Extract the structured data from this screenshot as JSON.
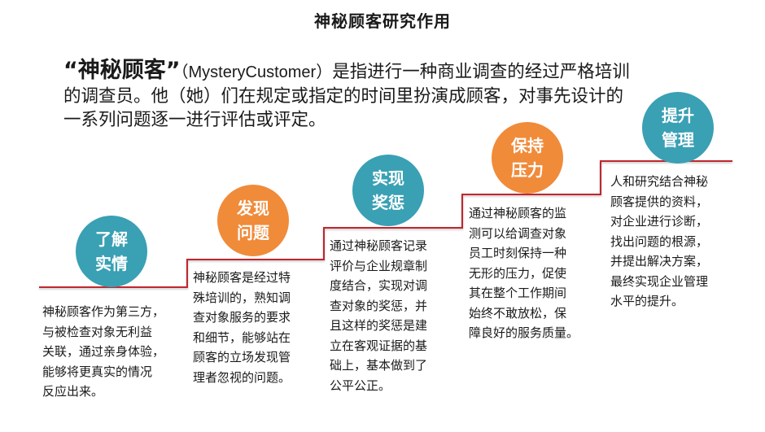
{
  "title": "神秘顾客研究作用",
  "intro": {
    "term": "“神秘顾客”",
    "english": "（MysteryCustomer）",
    "text": "是指进行一种商业调查的经过严格培训的调查员。他（她）们在规定或指定的时间里扮演成顾客，对事先设计的一系列问题逐一进行评估或评定。"
  },
  "colors": {
    "teal": "#3aa0b4",
    "orange": "#f08b3a",
    "stair_line": "#c0282e"
  },
  "steps": [
    {
      "label": "了解\n实情",
      "color": "teal",
      "desc": "神秘顾客作为第三方，\n与被检查对象无利益\n关联，通过亲身体验，\n能够将更真实的情况\n反应出来。"
    },
    {
      "label": "发现\n问题",
      "color": "orange",
      "desc": "神秘顾客是经过特\n殊培训的，熟知调\n查对象服务的要求\n和细节，能够站在\n顾客的立场发现管\n理者忽视的问题。"
    },
    {
      "label": "实现\n奖惩",
      "color": "teal",
      "desc": "通过神秘顾客记录\n评价与企业规章制\n度结合，实现对调\n查对象的奖惩，并\n且这样的奖惩是建\n立在客观证据的基\n础上，基本做到了\n公平公正。"
    },
    {
      "label": "保持\n压力",
      "color": "orange",
      "desc": "通过神秘顾客的监\n测可以给调查对象\n员工时刻保持一种\n无形的压力，促使\n其在整个工作期间\n始终不敢放松，保\n障良好的服务质量。"
    },
    {
      "label": "提升\n管理",
      "color": "teal",
      "desc": "人和研究结合神秘\n顾客提供的资料，\n对企业进行诊断，\n找出问题的根源，\n并提出解决方案，\n最终实现企业管理\n水平的提升。"
    }
  ]
}
